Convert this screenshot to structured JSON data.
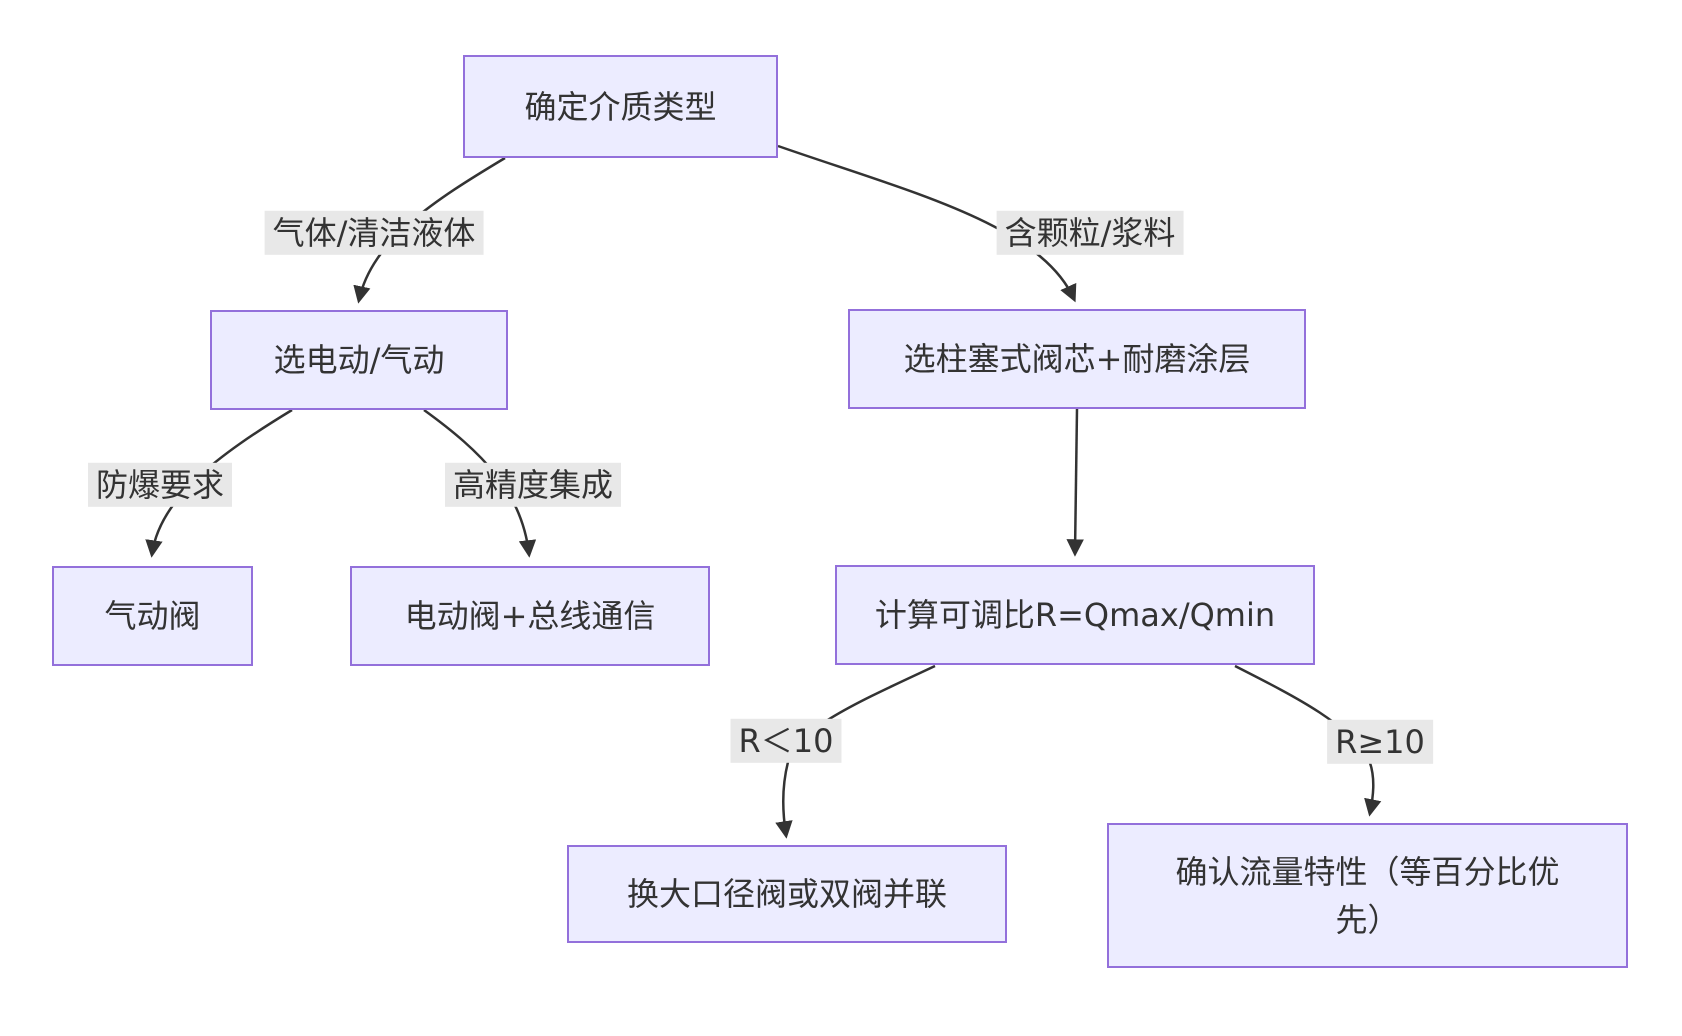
{
  "diagram": {
    "type": "flowchart",
    "direction": "top-down",
    "title": "",
    "nodes": [
      {
        "id": "A",
        "label": "确定介质类型"
      },
      {
        "id": "B",
        "label": "选电动/气动"
      },
      {
        "id": "C",
        "label": "选柱塞式阀芯+耐磨涂层"
      },
      {
        "id": "D",
        "label": "气动阀"
      },
      {
        "id": "E",
        "label": "电动阀+总线通信"
      },
      {
        "id": "F",
        "label": "计算可调比R=Qmax/Qmin"
      },
      {
        "id": "G",
        "label": "换大口径阀或双阀并联"
      },
      {
        "id": "H",
        "label": "确认流量特性（等百分比优先）"
      }
    ],
    "edges": [
      {
        "from": "A",
        "to": "B",
        "label": "气体/清洁液体"
      },
      {
        "from": "A",
        "to": "C",
        "label": "含颗粒/浆料"
      },
      {
        "from": "B",
        "to": "D",
        "label": "防爆要求"
      },
      {
        "from": "B",
        "to": "E",
        "label": "高精度集成"
      },
      {
        "from": "C",
        "to": "F",
        "label": ""
      },
      {
        "from": "F",
        "to": "G",
        "label": "R＜10"
      },
      {
        "from": "F",
        "to": "H",
        "label": "R≥10"
      }
    ],
    "colors": {
      "node_fill": "#ECECFF",
      "node_border": "#9370DB",
      "edge_line": "#333333",
      "edge_label_bg": "#e8e8e8",
      "text": "#333333",
      "background": "#ffffff"
    }
  }
}
